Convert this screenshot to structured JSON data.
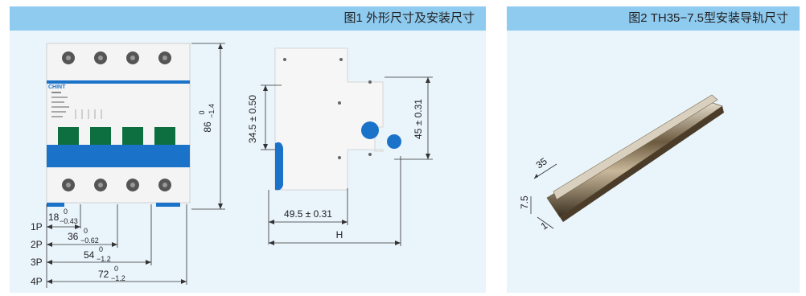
{
  "figure1": {
    "title": "图1  外形尺寸及安装尺寸",
    "brand": "CHINT",
    "height_main": "86",
    "height_sup": "0",
    "height_sub": "−1.4",
    "dims": [
      {
        "pole": "1P",
        "main": "18",
        "sup": "0",
        "sub": "−0.43"
      },
      {
        "pole": "2P",
        "main": "36",
        "sup": "0",
        "sub": "−0.62"
      },
      {
        "pole": "3P",
        "main": "54",
        "sup": "0",
        "sub": "−1.2"
      },
      {
        "pole": "4P",
        "main": "72",
        "sup": "0",
        "sub": "−1.2"
      }
    ],
    "side_upper": "34.5 ± 0.50",
    "side_right": "45 ± 0.31",
    "side_bottom": "49.5 ± 0.31",
    "side_total": "H"
  },
  "figure2": {
    "title": "图2  TH35−7.5型安装导轨尺寸",
    "width_label": "35",
    "height_label": "7.5",
    "thickness_label": "1"
  },
  "colors": {
    "header": "#8fcaef",
    "panel": "#e9f4fb",
    "accent_blue": "#1b73c9"
  }
}
